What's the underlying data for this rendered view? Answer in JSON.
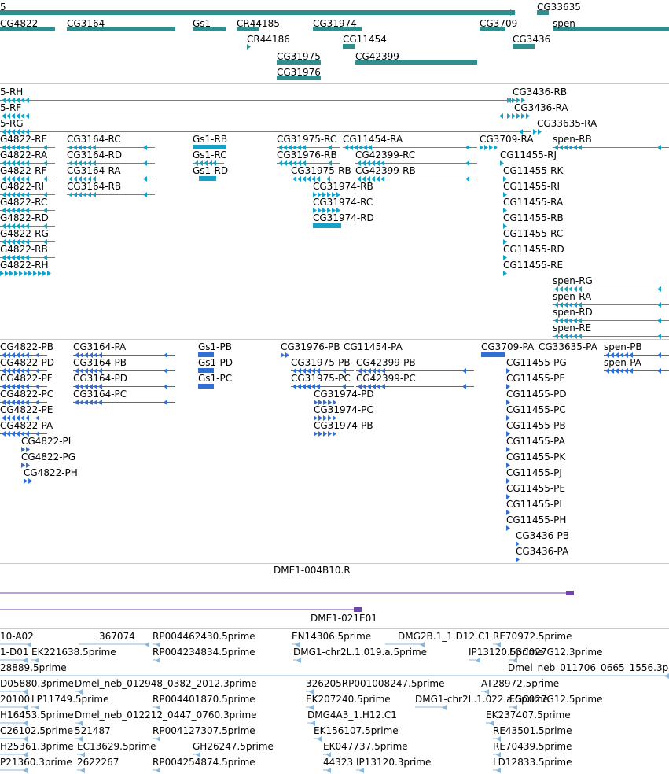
{
  "colors": {
    "gene": "#2f8f8f",
    "mrna": "#16a2c6",
    "protein": "#2f6fd6",
    "cdna_feature": "#6d47a8",
    "est": "#87b8e0",
    "separator": "#c8c8c8"
  },
  "tracks": [
    {
      "name": "Gene Span",
      "color": "gene",
      "features": [
        {
          "label": "5"
        },
        {
          "label": "CG33635"
        },
        {
          "label": "CG4822"
        },
        {
          "label": "CG3164"
        },
        {
          "label": "Gs1"
        },
        {
          "label": "CR44185"
        },
        {
          "label": "CG31974"
        },
        {
          "label": "CG3709"
        },
        {
          "label": "spen"
        },
        {
          "label": "CR44186"
        },
        {
          "label": "CG11454"
        },
        {
          "label": "CG3436"
        },
        {
          "label": "CG31975"
        },
        {
          "label": "CG42399"
        },
        {
          "label": "CG31976"
        }
      ]
    },
    {
      "name": "Transcripts",
      "color": "mrna",
      "features": [
        {
          "label": "5-RH"
        },
        {
          "label": "CG3436-RB"
        },
        {
          "label": "5-RF"
        },
        {
          "label": "CG3436-RA"
        },
        {
          "label": "5-RG"
        },
        {
          "label": "CG33635-RA"
        },
        {
          "label": "G4822-RE"
        },
        {
          "label": "CG3164-RC"
        },
        {
          "label": "Gs1-RB"
        },
        {
          "label": "CG31975-RC"
        },
        {
          "label": "CG11454-RA"
        },
        {
          "label": "CG3709-RA"
        },
        {
          "label": "spen-RB"
        },
        {
          "label": "G4822-RA"
        },
        {
          "label": "CG3164-RD"
        },
        {
          "label": "Gs1-RC"
        },
        {
          "label": "CG31976-RB"
        },
        {
          "label": "CG42399-RC"
        },
        {
          "label": "CG11455-RJ"
        },
        {
          "label": "G4822-RF"
        },
        {
          "label": "CG3164-RA"
        },
        {
          "label": "Gs1-RD"
        },
        {
          "label": "CG31975-RB"
        },
        {
          "label": "CG42399-RB"
        },
        {
          "label": "CG11455-RK"
        },
        {
          "label": "G4822-RI"
        },
        {
          "label": "CG3164-RB"
        },
        {
          "label": "CG31974-RB"
        },
        {
          "label": "CG11455-RI"
        },
        {
          "label": "G4822-RC"
        },
        {
          "label": "CG31974-RC"
        },
        {
          "label": "CG11455-RA"
        },
        {
          "label": "G4822-RD"
        },
        {
          "label": "CG31974-RD"
        },
        {
          "label": "CG11455-RB"
        },
        {
          "label": "G4822-RG"
        },
        {
          "label": "CG11455-RC"
        },
        {
          "label": "G4822-RB"
        },
        {
          "label": "CG11455-RD"
        },
        {
          "label": "G4822-RH"
        },
        {
          "label": "CG11455-RE"
        },
        {
          "label": "spen-RG"
        },
        {
          "label": "spen-RA"
        },
        {
          "label": "spen-RD"
        },
        {
          "label": "spen-RE"
        }
      ]
    },
    {
      "name": "Translations",
      "color": "protein",
      "features": [
        {
          "label": "CG4822-PB"
        },
        {
          "label": "CG3164-PA"
        },
        {
          "label": "Gs1-PB"
        },
        {
          "label": "CG31976-PB"
        },
        {
          "label": "CG11454-PA"
        },
        {
          "label": "CG3709-PA"
        },
        {
          "label": "CG33635-PA"
        },
        {
          "label": "spen-PB"
        },
        {
          "label": "CG4822-PD"
        },
        {
          "label": "CG3164-PB"
        },
        {
          "label": "Gs1-PD"
        },
        {
          "label": "CG31975-PB"
        },
        {
          "label": "CG42399-PB"
        },
        {
          "label": "CG11455-PG"
        },
        {
          "label": "spen-PA"
        },
        {
          "label": "CG4822-PF"
        },
        {
          "label": "CG3164-PD"
        },
        {
          "label": "Gs1-PC"
        },
        {
          "label": "CG31975-PC"
        },
        {
          "label": "CG42399-PC"
        },
        {
          "label": "CG11455-PF"
        },
        {
          "label": "CG4822-PC"
        },
        {
          "label": "CG3164-PC"
        },
        {
          "label": "CG31974-PD"
        },
        {
          "label": "CG11455-PD"
        },
        {
          "label": "CG4822-PE"
        },
        {
          "label": "CG31974-PC"
        },
        {
          "label": "CG11455-PC"
        },
        {
          "label": "CG4822-PA"
        },
        {
          "label": "CG31974-PB"
        },
        {
          "label": "CG11455-PB"
        },
        {
          "label": "CG4822-PI"
        },
        {
          "label": "CG11455-PA"
        },
        {
          "label": "CG4822-PG"
        },
        {
          "label": "CG11455-PK"
        },
        {
          "label": "CG4822-PH"
        },
        {
          "label": "CG11455-PJ"
        },
        {
          "label": "CG11455-PE"
        },
        {
          "label": "CG11455-PI"
        },
        {
          "label": "CG11455-PH"
        },
        {
          "label": "CG3436-PB"
        },
        {
          "label": "CG3436-PA"
        }
      ]
    },
    {
      "name": "cDNA Features",
      "color": "cdna_feature",
      "features": [
        {
          "label": "DME1-004B10.R"
        },
        {
          "label": "DME1-021E01"
        }
      ]
    },
    {
      "name": "ESTs",
      "color": "est",
      "features": [
        {
          "label": "10-A02"
        },
        {
          "label": "367074"
        },
        {
          "label": "RP004462430.5prime"
        },
        {
          "label": "EN14306.5prime"
        },
        {
          "label": "DMG2B.1_1.D12.C1"
        },
        {
          "label": "RE70972.5prime"
        },
        {
          "label": "1-D01"
        },
        {
          "label": "EK221638.5prime"
        },
        {
          "label": "RP004234834.5prime"
        },
        {
          "label": "DMG1-chr2L.1.019.a.5prime"
        },
        {
          "label": "IP13120.5prime"
        },
        {
          "label": "FGC027G12.3prime"
        },
        {
          "label": "28889.5prime"
        },
        {
          "label": "Dmel_neb_011706_0665_1556.3p"
        },
        {
          "label": "D05880.3prime"
        },
        {
          "label": "Dmel_neb_012948_0382_2012.3prime"
        },
        {
          "label": "326205RP001008247.5prime"
        },
        {
          "label": "AT28972.5prime"
        },
        {
          "label": "20100"
        },
        {
          "label": "LP11749.5prime"
        },
        {
          "label": "RP004401870.5prime"
        },
        {
          "label": "EK207240.5prime"
        },
        {
          "label": "DMG1-chr2L.1.022.a.5prime"
        },
        {
          "label": "FGC027G12.5prime"
        },
        {
          "label": "H16453.5prime"
        },
        {
          "label": "Dmel_neb_012212_0447_0760.3prime"
        },
        {
          "label": "DMG4A3_1.H12.C1"
        },
        {
          "label": "EK237407.5prime"
        },
        {
          "label": "C26102.5prime"
        },
        {
          "label": "521487"
        },
        {
          "label": "RP004127307.5prime"
        },
        {
          "label": "EK156107.5prime"
        },
        {
          "label": "RE43501.5prime"
        },
        {
          "label": "H25361.3prime"
        },
        {
          "label": "EC13629.5prime"
        },
        {
          "label": "GH26247.5prime"
        },
        {
          "label": "EK047737.5prime"
        },
        {
          "label": "RE70439.5prime"
        },
        {
          "label": "P21360.3prime"
        },
        {
          "label": "2622267"
        },
        {
          "label": "RP004254874.5prime"
        },
        {
          "label": "44323"
        },
        {
          "label": "IP13120.3prime"
        },
        {
          "label": "LD12833.5prime"
        }
      ]
    }
  ]
}
